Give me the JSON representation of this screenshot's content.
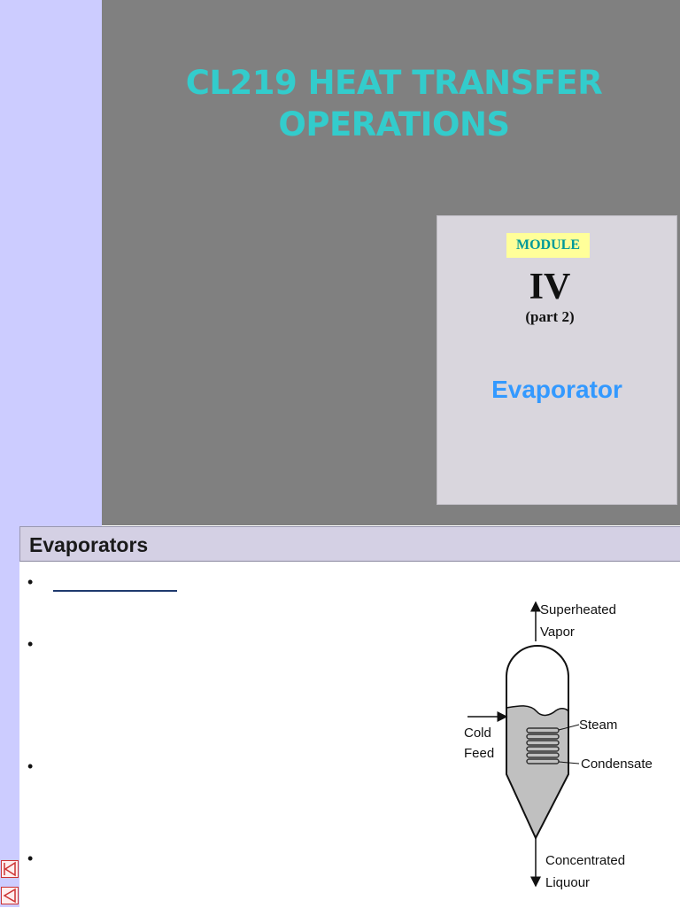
{
  "slide1": {
    "title_line1": "CL219 HEAT TRANSFER",
    "title_line2": "OPERATIONS",
    "module_label": "MODULE",
    "module_number": "IV",
    "module_part": "(part 2)",
    "module_topic": "Evaporator"
  },
  "slide2": {
    "title": "Evaporators",
    "bullets": [
      "•",
      "•",
      "•",
      "•"
    ]
  },
  "diagram": {
    "labels": {
      "superheated_vapor_line1": "Superheated",
      "superheated_vapor_line2": "Vapor",
      "steam": "Steam",
      "condensate": "Condensate",
      "cold_feed_line1": "Cold",
      "cold_feed_line2": "Feed",
      "concentrated_liquor_line1": "Concentrated",
      "concentrated_liquor_line2": "Liquour"
    }
  },
  "icons": {
    "nav_first": "first-page-icon",
    "nav_prev": "previous-page-icon"
  },
  "colors": {
    "title": "#33cccc",
    "topic": "#3399ff",
    "module_bg": "#ffff99",
    "strip": "#ccccff"
  }
}
